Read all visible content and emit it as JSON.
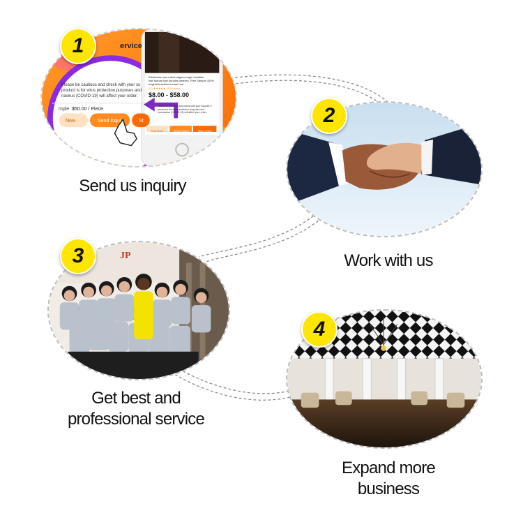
{
  "steps": [
    {
      "number": "1",
      "caption_lines": [
        "Send us inquiry"
      ],
      "image_text": {
        "header": "ervice",
        "notice_1": "Please be cautious and check with your su",
        "notice_2": "product is for virus protection purposes and",
        "notice_3": "navirus (COVID-19) will affect your order.",
        "sample_label": "mple",
        "sample_price": "$50.00 / Piece",
        "btn_now": "Now",
        "btn_send": "Send Inqui",
        "btn_start": "St",
        "phone_title_1": "Wholesale raw cuticle aligned virgin brazilian",
        "phone_title_2": "hair human hair bundles weaves, Free Sample 100%",
        "phone_title_3": "original brazilian human hair",
        "phone_rating": "5.0 ★★★★★ 153 buyers",
        "phone_price": "$8.00 - $58.00",
        "phone_notice_1": "Please be cautious and check with your supplier if",
        "phone_notice_2": "product is for virus protection purposes and",
        "phone_notice_3": "coronavirus (COVID-19) will affect your order.",
        "phone_chat": "Chat Now",
        "phone_send": "Send Inquiry",
        "phone_start": "Start Order"
      }
    },
    {
      "number": "2",
      "caption_lines": [
        "Work with us"
      ]
    },
    {
      "number": "3",
      "caption_lines": [
        "Get best and",
        "professional service"
      ],
      "image_text": {
        "sign": "JP"
      }
    },
    {
      "number": "4",
      "caption_lines": [
        "Expand more",
        "business"
      ]
    }
  ],
  "colors": {
    "badge": "#ffe600",
    "orange": "#ff8a1f",
    "purple": "#7b2cbf",
    "dashed": "#bdbdbd"
  }
}
